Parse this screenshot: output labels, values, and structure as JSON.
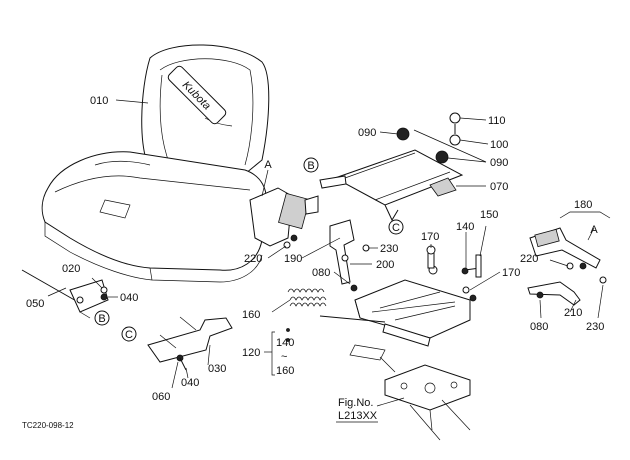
{
  "brand": "Kubota",
  "callouts": {
    "a": "A",
    "b": "B",
    "c": "C"
  },
  "parts": [
    "010",
    "020",
    "030",
    "040",
    "050",
    "060",
    "070",
    "080",
    "090",
    "100",
    "110",
    "120",
    "140",
    "150",
    "160",
    "170",
    "180",
    "190",
    "200",
    "210",
    "220",
    "230"
  ],
  "range_label": {
    "start": "140",
    "tilde": "~",
    "end": "160"
  },
  "fig_ref": {
    "line1": "Fig.No.",
    "line2": "L213XX"
  },
  "diagram_code": "TC220-098-12"
}
